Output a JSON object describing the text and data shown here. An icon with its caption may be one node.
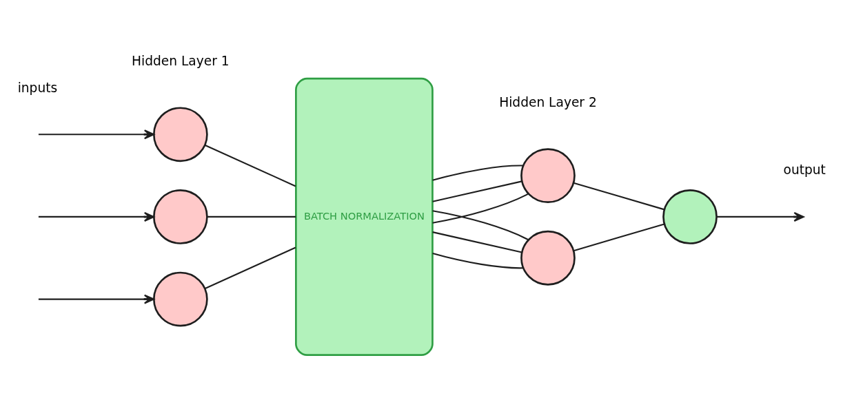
{
  "diagram": {
    "nodes": [
      {
        "text": [],
        "shape": "circle"
      },
      {
        "text": [],
        "shape": "circle"
      },
      {
        "text": [],
        "shape": "circle"
      },
      {
        "text": [
          "BATCH NORMALIZATION"
        ]
      },
      {
        "text": [],
        "shape": "circle"
      },
      {
        "text": [],
        "shape": "circle"
      },
      {
        "text": [],
        "shape": "circle"
      }
    ],
    "edges": [
      {
        "from": null,
        "to": 0,
        "arrow": "to"
      },
      {
        "from": null,
        "to": 1,
        "arrow": "to"
      },
      {
        "from": null,
        "to": 2,
        "arrow": "to"
      },
      {
        "from": 0,
        "to": 3,
        "arrow": "none"
      },
      {
        "from": 1,
        "to": 3,
        "arrow": "none"
      },
      {
        "from": 2,
        "to": 3,
        "arrow": "none"
      },
      {
        "from": 3,
        "to": 4,
        "arrow": "none"
      },
      {
        "from": 3,
        "to": 5,
        "arrow": "none"
      },
      {
        "from": 3,
        "to": 4,
        "arrow": "none"
      },
      {
        "from": 3,
        "to": 5,
        "arrow": "none"
      },
      {
        "from": 3,
        "to": 4,
        "arrow": "none"
      },
      {
        "from": 3,
        "to": 5,
        "arrow": "none"
      },
      {
        "from": 4,
        "to": 6,
        "arrow": "none"
      },
      {
        "from": 5,
        "to": 6,
        "arrow": "none"
      },
      {
        "from": 6,
        "to": null,
        "arrow": "to"
      }
    ],
    "labels": [
      "inputs",
      "Hidden Layer 1",
      "Hidden Layer 2",
      "output"
    ]
  }
}
